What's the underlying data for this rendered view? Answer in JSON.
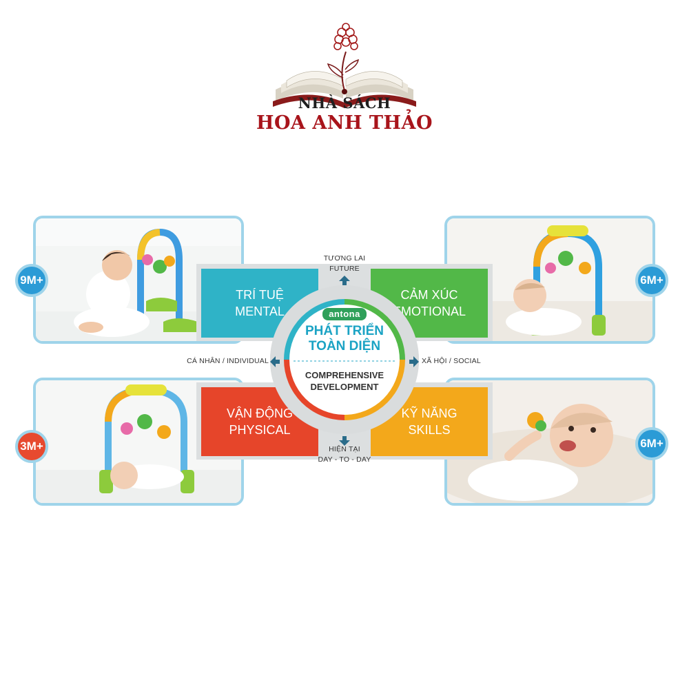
{
  "brand": {
    "name_line1": "NHÀ SÁCH",
    "name_line2": "HOA ANH THẢO",
    "colors": {
      "primary": "#a8141b",
      "dark": "#1f1f1f"
    }
  },
  "center": {
    "logo_text": "antona",
    "title_line1": "PHÁT TRIỂN",
    "title_line2": "TOÀN DIỆN",
    "subtitle_line1": "COMPREHENSIVE",
    "subtitle_line2": "DEVELOPMENT"
  },
  "axes": {
    "top_line1": "TƯƠNG LAI",
    "top_line2": "FUTURE",
    "bottom_line1": "HIỆN TẠI",
    "bottom_line2": "DAY - TO - DAY",
    "left": "CÁ NHÂN / INDIVIDUAL",
    "right": "XÃ HỘI / SOCIAL"
  },
  "tiles": [
    {
      "line1": "TRÍ TUỆ",
      "line2": "MENTAL",
      "color": "#2fb3c7"
    },
    {
      "line1": "CẢM XÚC",
      "line2": "EMOTIONAL",
      "color": "#52b848"
    },
    {
      "line1": "VẬN ĐỘNG",
      "line2": "PHYSICAL",
      "color": "#e6452a"
    },
    {
      "line1": "KỸ NĂNG",
      "line2": "SKILLS",
      "color": "#f3a81b"
    }
  ],
  "badges": [
    {
      "label": "9M+",
      "color": "#2b9bd6"
    },
    {
      "label": "6M+",
      "color": "#2b9bd6"
    },
    {
      "label": "3M+",
      "color": "#e74a2f"
    },
    {
      "label": "6M+",
      "color": "#2b9bd6"
    }
  ],
  "photos": [
    {
      "icon": "baby-sitting-play-gym-photo"
    },
    {
      "icon": "baby-tummy-time-play-gym-photo"
    },
    {
      "icon": "baby-lying-under-play-gym-photo"
    },
    {
      "icon": "smiling-baby-with-rattle-photo"
    }
  ]
}
